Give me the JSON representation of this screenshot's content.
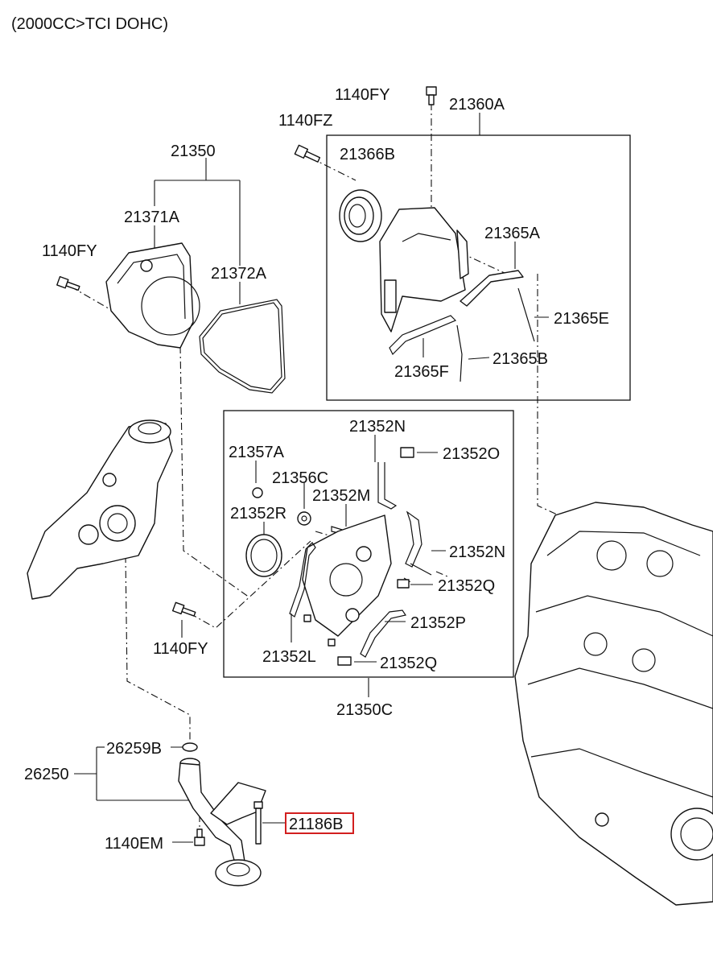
{
  "header": "(2000CC>TCI DOHC)",
  "labels": {
    "p1140FY_top": "1140FY",
    "p21360A": "21360A",
    "p1140FZ": "1140FZ",
    "p21350": "21350",
    "p21366B": "21366B",
    "p21371A": "21371A",
    "p21365A": "21365A",
    "p1140FY_left": "1140FY",
    "p21372A": "21372A",
    "p21365E": "21365E",
    "p21365B": "21365B",
    "p21365F": "21365F",
    "p21352N_top": "21352N",
    "p21357A": "21357A",
    "p21352O": "21352O",
    "p21356C": "21356C",
    "p21352M": "21352M",
    "p21352R": "21352R",
    "p21352N_mid": "21352N",
    "p21352Q_mid": "21352Q",
    "p21352P": "21352P",
    "p1140FY_mid": "1140FY",
    "p21352L": "21352L",
    "p21352Q_bot": "21352Q",
    "p21350C": "21350C",
    "p26259B": "26259B",
    "p26250": "26250",
    "p21186B": "21186B",
    "p1140EM": "1140EM"
  },
  "highlight": {
    "part": "21186B",
    "color": "#d21f1f"
  }
}
